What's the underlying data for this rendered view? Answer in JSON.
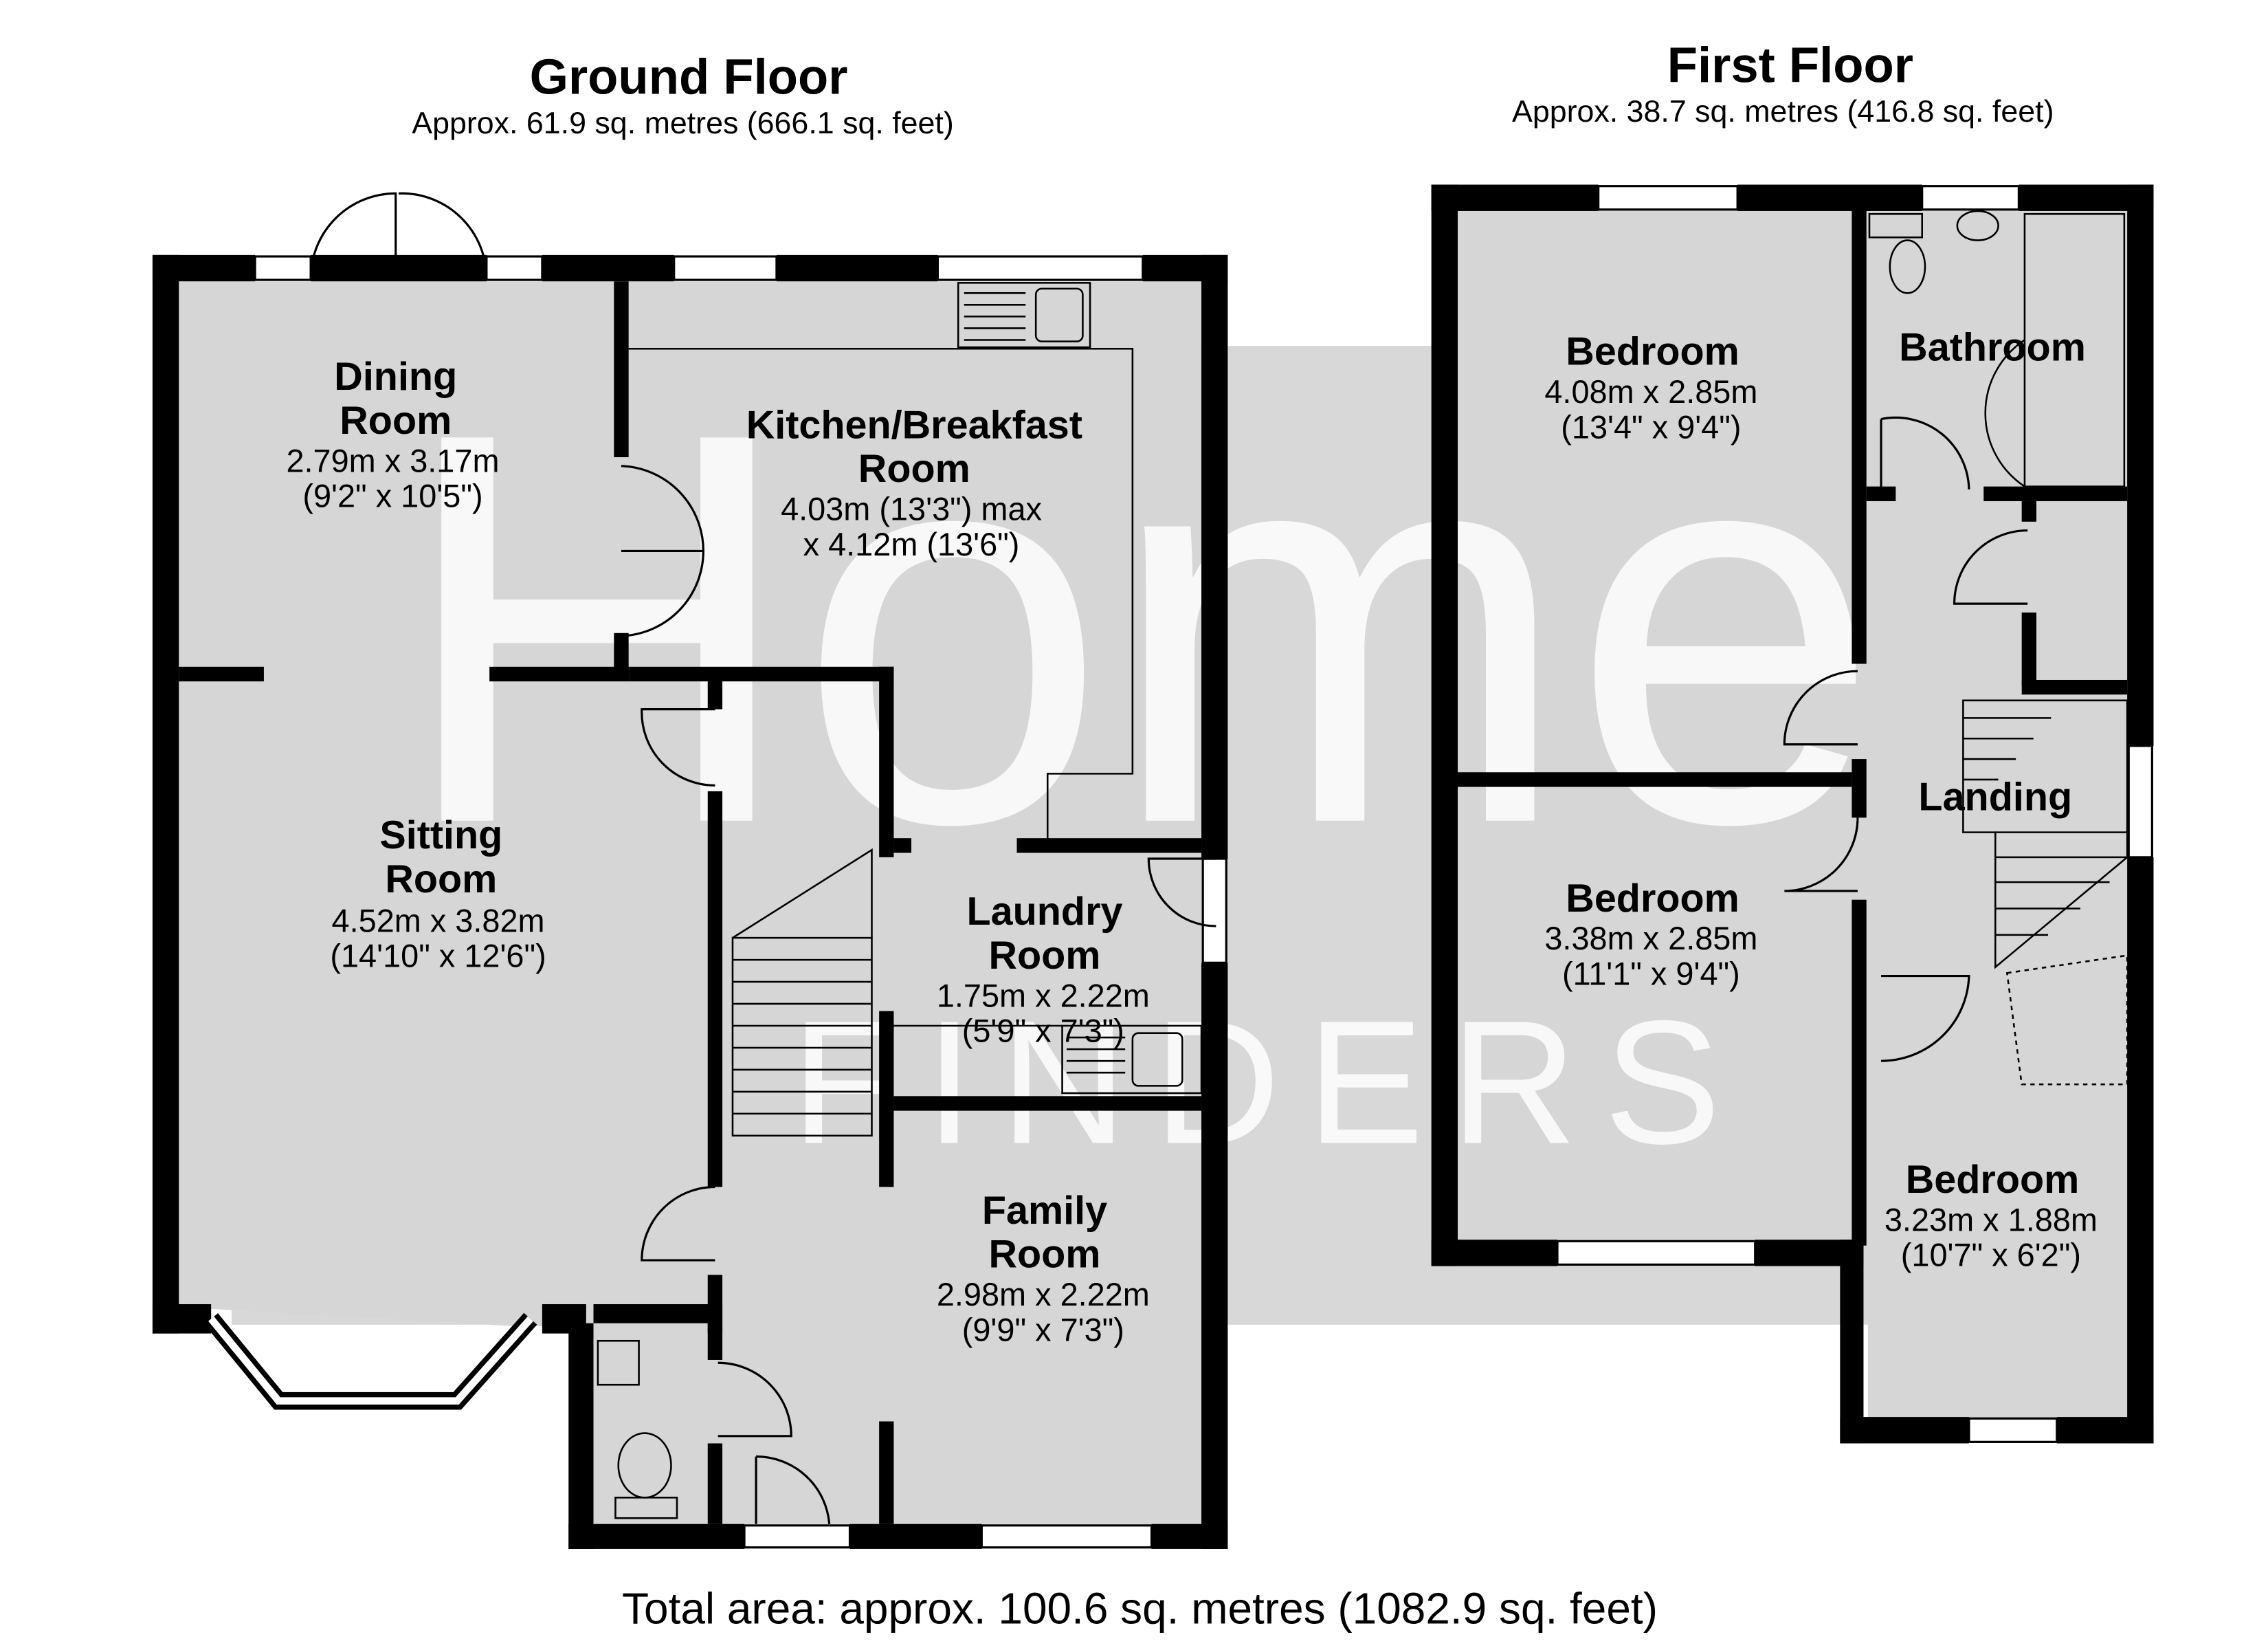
{
  "watermark": {
    "brand": "Home",
    "sub": "FINDERS"
  },
  "ground_floor": {
    "title": "Ground Floor",
    "area": "Approx. 61.9 sq. metres (666.1 sq. feet)",
    "rooms": [
      {
        "id": "dining",
        "name_lines": [
          "Dining",
          "Room"
        ],
        "dim_lines": [
          "2.79m x 3.17m",
          "(9'2\" x 10'5\")"
        ]
      },
      {
        "id": "kitchen",
        "name_lines": [
          "Kitchen/Breakfast",
          "Room"
        ],
        "dim_lines": [
          "4.03m (13'3\") max",
          "x 4.12m (13'6\")"
        ]
      },
      {
        "id": "sitting",
        "name_lines": [
          "Sitting",
          "Room"
        ],
        "dim_lines": [
          "4.52m x 3.82m",
          "(14'10\" x 12'6\")"
        ]
      },
      {
        "id": "laundry",
        "name_lines": [
          "Laundry",
          "Room"
        ],
        "dim_lines": [
          "1.75m x 2.22m",
          "(5'9\" x 7'3\")"
        ]
      },
      {
        "id": "family",
        "name_lines": [
          "Family",
          "Room"
        ],
        "dim_lines": [
          "2.98m x 2.22m",
          "(9'9\" x 7'3\")"
        ]
      }
    ]
  },
  "first_floor": {
    "title": "First Floor",
    "area": "Approx. 38.7 sq. metres (416.8 sq. feet)",
    "rooms": [
      {
        "id": "bedroom1",
        "name_lines": [
          "Bedroom"
        ],
        "dim_lines": [
          "4.08m x 2.85m",
          "(13'4\" x 9'4\")"
        ]
      },
      {
        "id": "bathroom",
        "name_lines": [
          "Bathroom"
        ],
        "dim_lines": []
      },
      {
        "id": "landing",
        "name_lines": [
          "Landing"
        ],
        "dim_lines": []
      },
      {
        "id": "bedroom2",
        "name_lines": [
          "Bedroom"
        ],
        "dim_lines": [
          "3.38m x 2.85m",
          "(11'1\" x 9'4\")"
        ]
      },
      {
        "id": "bedroom3",
        "name_lines": [
          "Bedroom"
        ],
        "dim_lines": [
          "3.23m x 1.88m",
          "(10'7\" x 6'2\")"
        ]
      }
    ]
  },
  "total_area": "Total area: approx. 100.6 sq. metres (1082.9 sq. feet)"
}
